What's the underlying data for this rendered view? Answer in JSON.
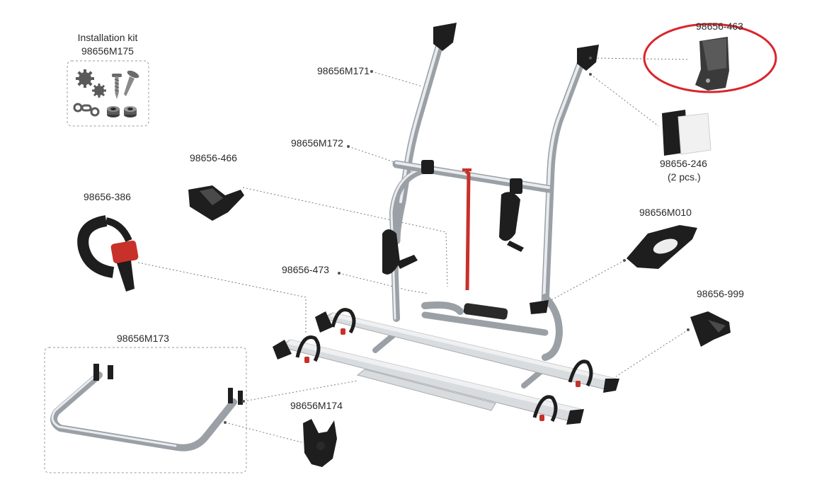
{
  "labels": {
    "installation_kit_title": "Installation kit",
    "installation_kit_part": "98656M175",
    "p_m171": "98656M171",
    "p_m172": "98656M172",
    "p_466": "98656-466",
    "p_386": "98656-386",
    "p_473": "98656-473",
    "p_m173": "98656M173",
    "p_m174": "98656M174",
    "p_463": "98656-463",
    "p_246": "98656-246",
    "p_246_qty": "(2 pcs.)",
    "p_m010": "98656M010",
    "p_999": "98656-999"
  },
  "colors": {
    "highlight_ellipse": "#d9262c",
    "strap_accent": "#c8302a",
    "tube": "#9aa0a6",
    "part_black": "#1e1e1e"
  }
}
